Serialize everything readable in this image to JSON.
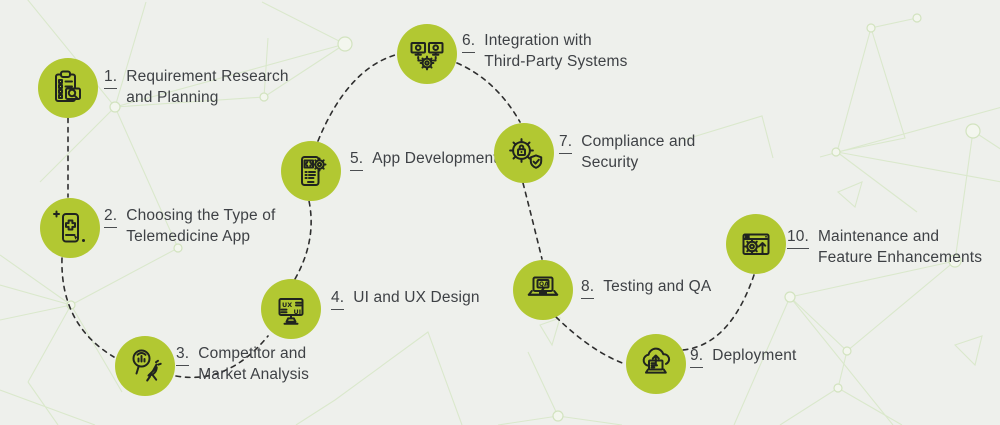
{
  "colors": {
    "circle_fill": "#b2c832",
    "icon_stroke": "#20241f",
    "label_text": "#3e4145",
    "background": "#eef0ec",
    "mesh_line": "#d9e8ca",
    "connector_dash": "#2e2e2e"
  },
  "steps": [
    {
      "num": "1.",
      "line1": "Requirement Research",
      "line2": "and Planning",
      "icon": "clipboard-search-icon"
    },
    {
      "num": "2.",
      "line1": "Choosing the Type of",
      "line2": "Telemedicine App",
      "icon": "telemedicine-phone-icon"
    },
    {
      "num": "3.",
      "line1": "Competitor and",
      "line2": "Market Analysis",
      "icon": "market-analysis-icon"
    },
    {
      "num": "4.",
      "line1": "UI and UX Design",
      "line2": "",
      "icon": "uxui-monitor-icon"
    },
    {
      "num": "5.",
      "line1": "App Development",
      "line2": "",
      "icon": "app-development-phone-icon"
    },
    {
      "num": "6.",
      "line1": "Integration with",
      "line2": "Third-Party Systems",
      "icon": "integration-systems-icon"
    },
    {
      "num": "7.",
      "line1": "Compliance and",
      "line2": "Security",
      "icon": "security-gear-shield-icon"
    },
    {
      "num": "8.",
      "line1": "Testing and QA",
      "line2": "",
      "icon": "qa-laptop-icon"
    },
    {
      "num": "9.",
      "line1": "Deployment",
      "line2": "",
      "icon": "cloud-deployment-icon"
    },
    {
      "num": "10.",
      "line1": "Maintenance and",
      "line2": "Feature Enhancements",
      "icon": "maintenance-browser-icon"
    }
  ]
}
